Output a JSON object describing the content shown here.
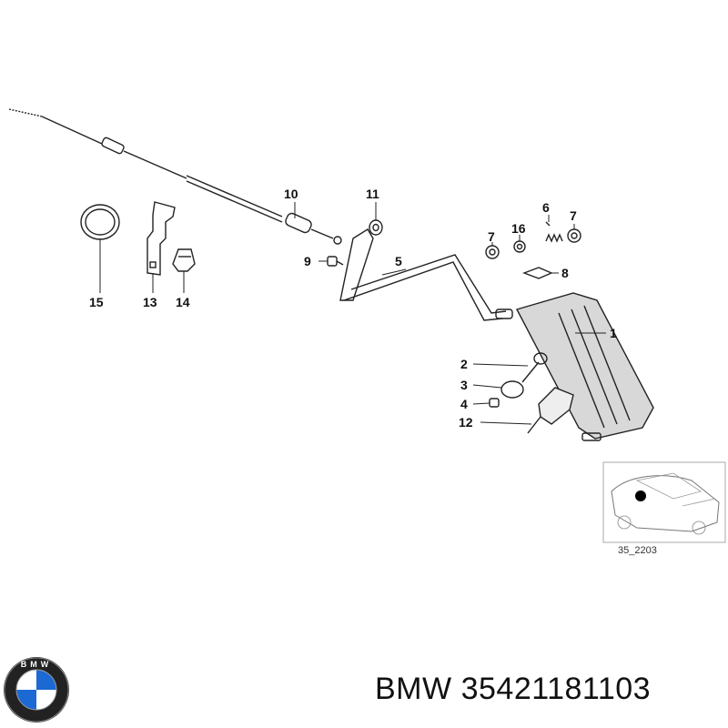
{
  "diagram": {
    "callouts": [
      {
        "id": "1",
        "label": "1"
      },
      {
        "id": "2",
        "label": "2"
      },
      {
        "id": "3",
        "label": "3"
      },
      {
        "id": "4",
        "label": "4"
      },
      {
        "id": "5",
        "label": "5"
      },
      {
        "id": "6",
        "label": "6"
      },
      {
        "id": "7a",
        "label": "7"
      },
      {
        "id": "7b",
        "label": "7"
      },
      {
        "id": "8",
        "label": "8"
      },
      {
        "id": "9",
        "label": "9"
      },
      {
        "id": "10",
        "label": "10"
      },
      {
        "id": "11",
        "label": "11"
      },
      {
        "id": "12",
        "label": "12"
      },
      {
        "id": "13",
        "label": "13"
      },
      {
        "id": "14",
        "label": "14"
      },
      {
        "id": "15",
        "label": "15"
      },
      {
        "id": "16",
        "label": "16"
      }
    ],
    "thumbnail_code": "35_2203"
  },
  "footer": {
    "brand": "BMW",
    "part_number": "35421181103",
    "logo_letters": "BMW"
  }
}
